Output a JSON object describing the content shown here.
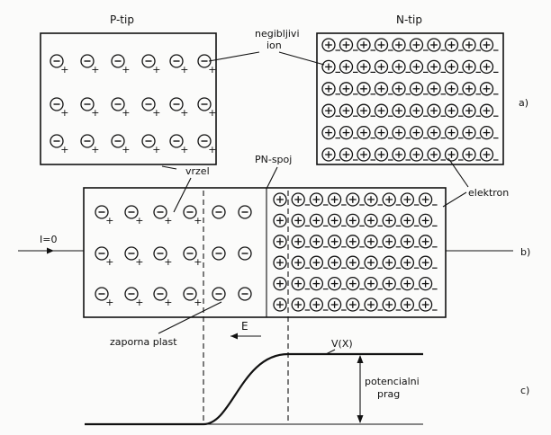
{
  "labels": {
    "p_type": "P-tip",
    "n_type": "N-tip",
    "fixed_ion": [
      "negibljivi",
      "ion"
    ],
    "hole": "vrzel",
    "pn_junction": "PN-spoj",
    "electron": "elektron",
    "current": "I=0",
    "depletion_layer": "zaporna plast",
    "field": "E",
    "potential": "V(X)",
    "barrier": [
      "potencialni",
      "prag"
    ],
    "panel_a": "a)",
    "panel_b": "b)",
    "panel_c": "c)"
  },
  "symbols": {
    "acceptor_ion": "⊖",
    "hole": "+",
    "donor_ion": "⊕",
    "electron": "_"
  },
  "layout_counts": {
    "p_block_a": {
      "rows": 3,
      "cols": 6
    },
    "n_block_a": {
      "rows": 6,
      "cols": 10
    },
    "p_block_b": {
      "rows": 3,
      "cols": 6,
      "holes_per_row": 4
    },
    "n_block_b": {
      "rows": 6,
      "cols": 9,
      "depleted_cols": 1
    }
  }
}
